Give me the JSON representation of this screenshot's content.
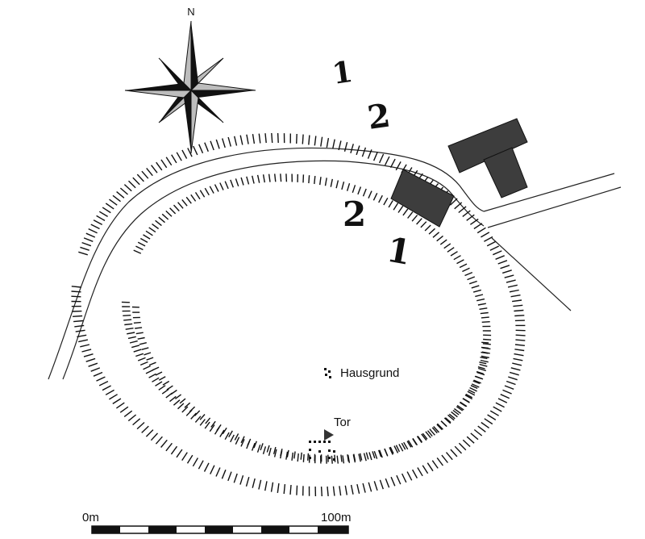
{
  "compass": {
    "north_label": "N"
  },
  "labels": {
    "house_foundation": "Hausgrund",
    "gate": "Tor"
  },
  "section_marks": {
    "outer_a": "1",
    "outer_b": "2",
    "inner_a": "2",
    "inner_b": "1"
  },
  "scale_bar": {
    "start_label": "0m",
    "end_label": "100m"
  },
  "colors": {
    "ink": "#111111",
    "building": "#3d3d3d",
    "compass_light": "#bdbdbd"
  }
}
